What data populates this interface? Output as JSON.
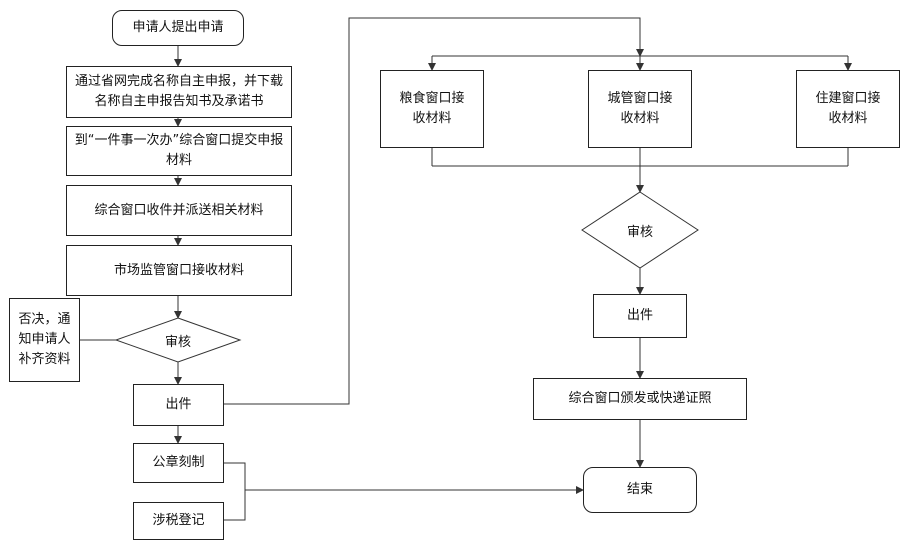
{
  "left": {
    "start": "申请人提出申请",
    "step1": "通过省网完成名称自主申报，并下载名称自主申报告知书及承诺书",
    "step2": "到“一件事一次办”综合窗口提交申报材料",
    "step3": "综合窗口收件并派送相关材料",
    "step4": "市场监管窗口接收材料",
    "review": "审核",
    "reject": "否决，通知申请人补齐资料",
    "issue": "出件",
    "seal": "公章刻制",
    "tax": "涉税登记"
  },
  "right": {
    "grain": "粮食窗口接收材料",
    "urban": "城管窗口接收材料",
    "housing": "住建窗口接收材料",
    "review": "审核",
    "issue": "出件",
    "deliver": "综合窗口颁发或快递证照",
    "end": "结束"
  }
}
